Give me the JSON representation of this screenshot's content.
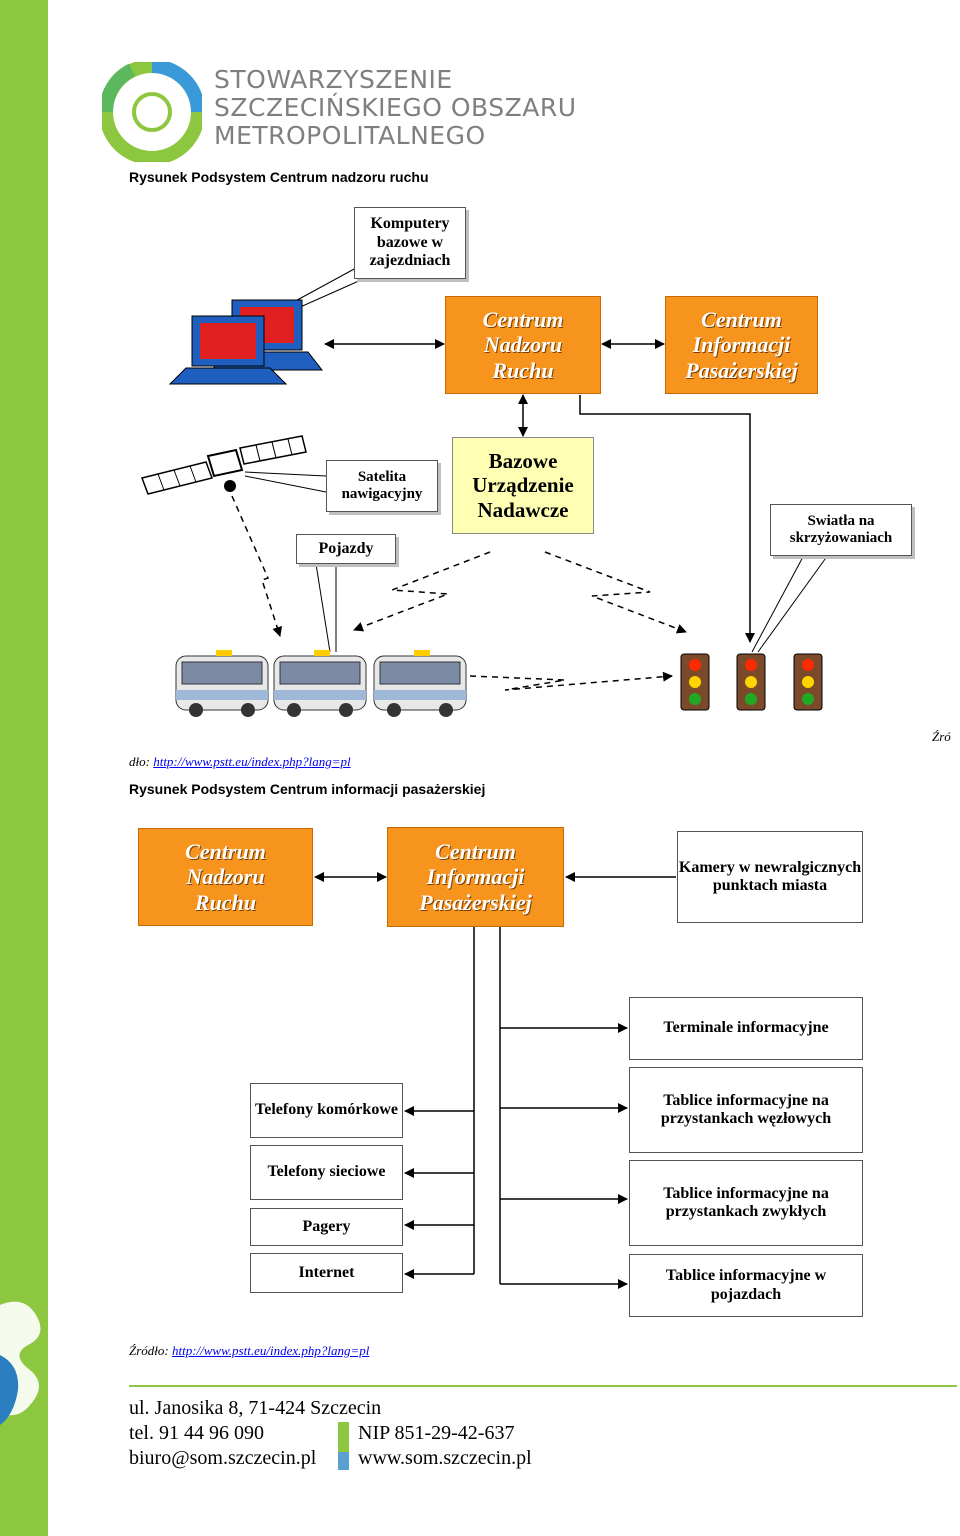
{
  "logo": {
    "line1": "STOWARZYSZENIE",
    "line2": "SZCZECIŃSKIEGO OBSZARU",
    "line3": "METROPOLITALNEGO"
  },
  "figure1": {
    "caption": "Rysunek  Podsystem Centrum nadzoru ruchu",
    "boxes": {
      "komputery": "Komputery bazowe w zajezdniach",
      "cnr": "Centrum\nNadzoru\nRuchu",
      "cip": "Centrum\nInformacji\nPasażerskiej",
      "bazowe": "Bazowe Urządzenie Nadawcze",
      "satelita": "Satelita nawigacyjny",
      "pojazdy": "Pojazdy",
      "swiatla": "Swiatła na skrzyżowaniach"
    },
    "source_prefix": "Źró",
    "source_rest": "dło: ",
    "source_url": "http://www.pstt.eu/index.php?lang=pl"
  },
  "figure2": {
    "caption": "Rysunek  Podsystem Centrum informacji pasażerskiej",
    "boxes": {
      "cnr": "Centrum\nNadzoru\nRuchu",
      "cip": "Centrum\nInformacji\nPasażerskiej",
      "kamery": "Kamery w newralgicznych punktach miasta",
      "terminale": "Terminale informacyjne",
      "tablice_wezlowe": "Tablice informacyjne na przystankach węzłowych",
      "tablice_zwykle": "Tablice informacyjne na przystankach zwykłych",
      "tablice_pojazdy": "Tablice informacyjne w pojazdach",
      "telefony_komorkowe": "Telefony komórkowe",
      "telefony_sieciowe": "Telefony sieciowe",
      "pagery": "Pagery",
      "internet": "Internet"
    },
    "source_label": "Źródło: ",
    "source_url": "http://www.pstt.eu/index.php?lang=pl"
  },
  "footer": {
    "address": "ul. Janosika 8, 71-424 Szczecin",
    "tel": "tel. 91 44 96 090",
    "nip": "NIP 851-29-42-637",
    "email": "biuro@som.szczecin.pl",
    "www": "www.som.szczecin.pl"
  },
  "colors": {
    "sidebar": "#8dc63f",
    "orange": "#f7941d",
    "yellow": "#ffffb3",
    "footer_line": "#8dc63f"
  }
}
